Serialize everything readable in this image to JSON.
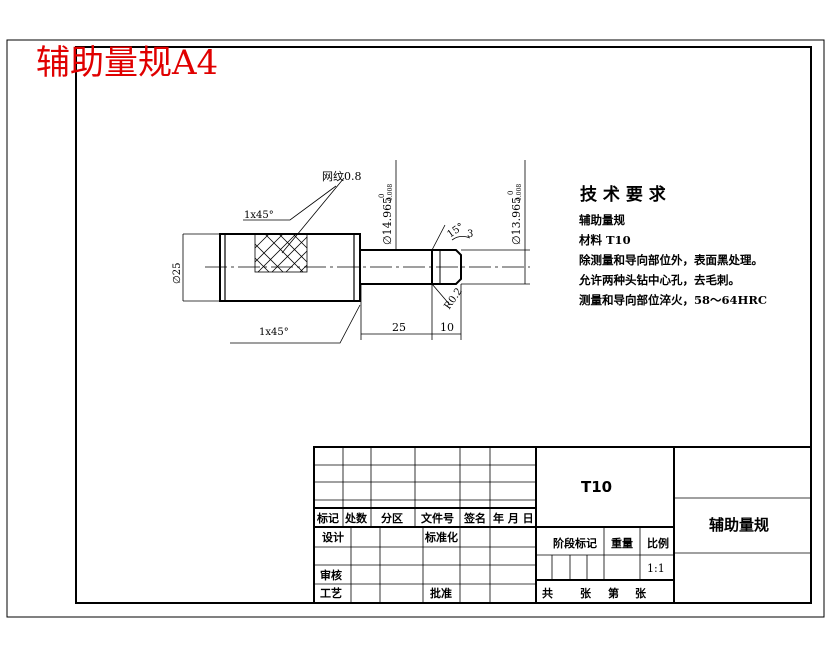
{
  "header": {
    "title": "辅助量规A4",
    "title_color": "#e00000"
  },
  "tech_requirements": {
    "heading": "技 术 要 求",
    "lines": [
      "辅助量规",
      "材料   T10",
      "除测量和导向部位外，表面黑处理。",
      "允许两种头钻中心孔，去毛刺。",
      "测量和导向部位淬火，58～64HRC"
    ]
  },
  "annotations": {
    "knurl": "网纹0.8",
    "chamfer_top": "1x45°",
    "chamfer_bottom": "1x45°",
    "dia_left": "∅25",
    "dia_mid": "∅14.965",
    "dia_mid_tol_top": "0",
    "dia_mid_tol_bottom": "-0.008",
    "dia_right": "∅13.965",
    "dia_right_tol_top": "0",
    "dia_right_tol_bottom": "-0.008",
    "angle": "15°",
    "three": "3",
    "r_note": "R0.2",
    "len_25": "25",
    "len_10": "10"
  },
  "title_block": {
    "material": "T10",
    "part_name": "辅助量规",
    "rev_headers": [
      "标记",
      "处数",
      "分区",
      "文件号",
      "签名",
      "年 月 日"
    ],
    "design": "设计",
    "standardize": "标准化",
    "review": "审核",
    "process": "工艺",
    "approve": "批准",
    "stage_mark": "阶段标记",
    "weight": "重量",
    "scale": "比例",
    "scale_value": "1:1",
    "sheet_total": "共",
    "sheet_unit_1": "张",
    "sheet_no": "第",
    "sheet_unit_2": "张"
  }
}
